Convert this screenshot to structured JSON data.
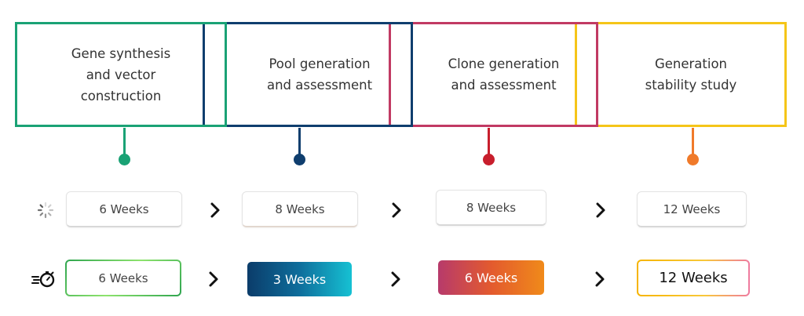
{
  "stages": [
    {
      "label": "Gene synthesis\nand vector\nconstruction",
      "color": "#1aa275"
    },
    {
      "label": "Pool generation\nand assessment",
      "color": "#0f3e6e"
    },
    {
      "label": "Clone generation\nand assessment",
      "color": "#c13a63"
    },
    {
      "label": "Generation\nstability study",
      "color": "#f5c518"
    }
  ],
  "dot_colors": [
    "#1aa275",
    "#0f3e6e",
    "#c81e2c",
    "#f07a2a"
  ],
  "standard_timeline": {
    "icon": "loading-spinner-icon",
    "durations": [
      "6 Weeks",
      "8 Weeks",
      "8 Weeks",
      "12 Weeks"
    ]
  },
  "accelerated_timeline": {
    "icon": "stopwatch-speed-icon",
    "durations": [
      "6 Weeks",
      "3 Weeks",
      "6 Weeks",
      "12 Weeks"
    ]
  },
  "arrow_icon": "chevron-right-icon"
}
